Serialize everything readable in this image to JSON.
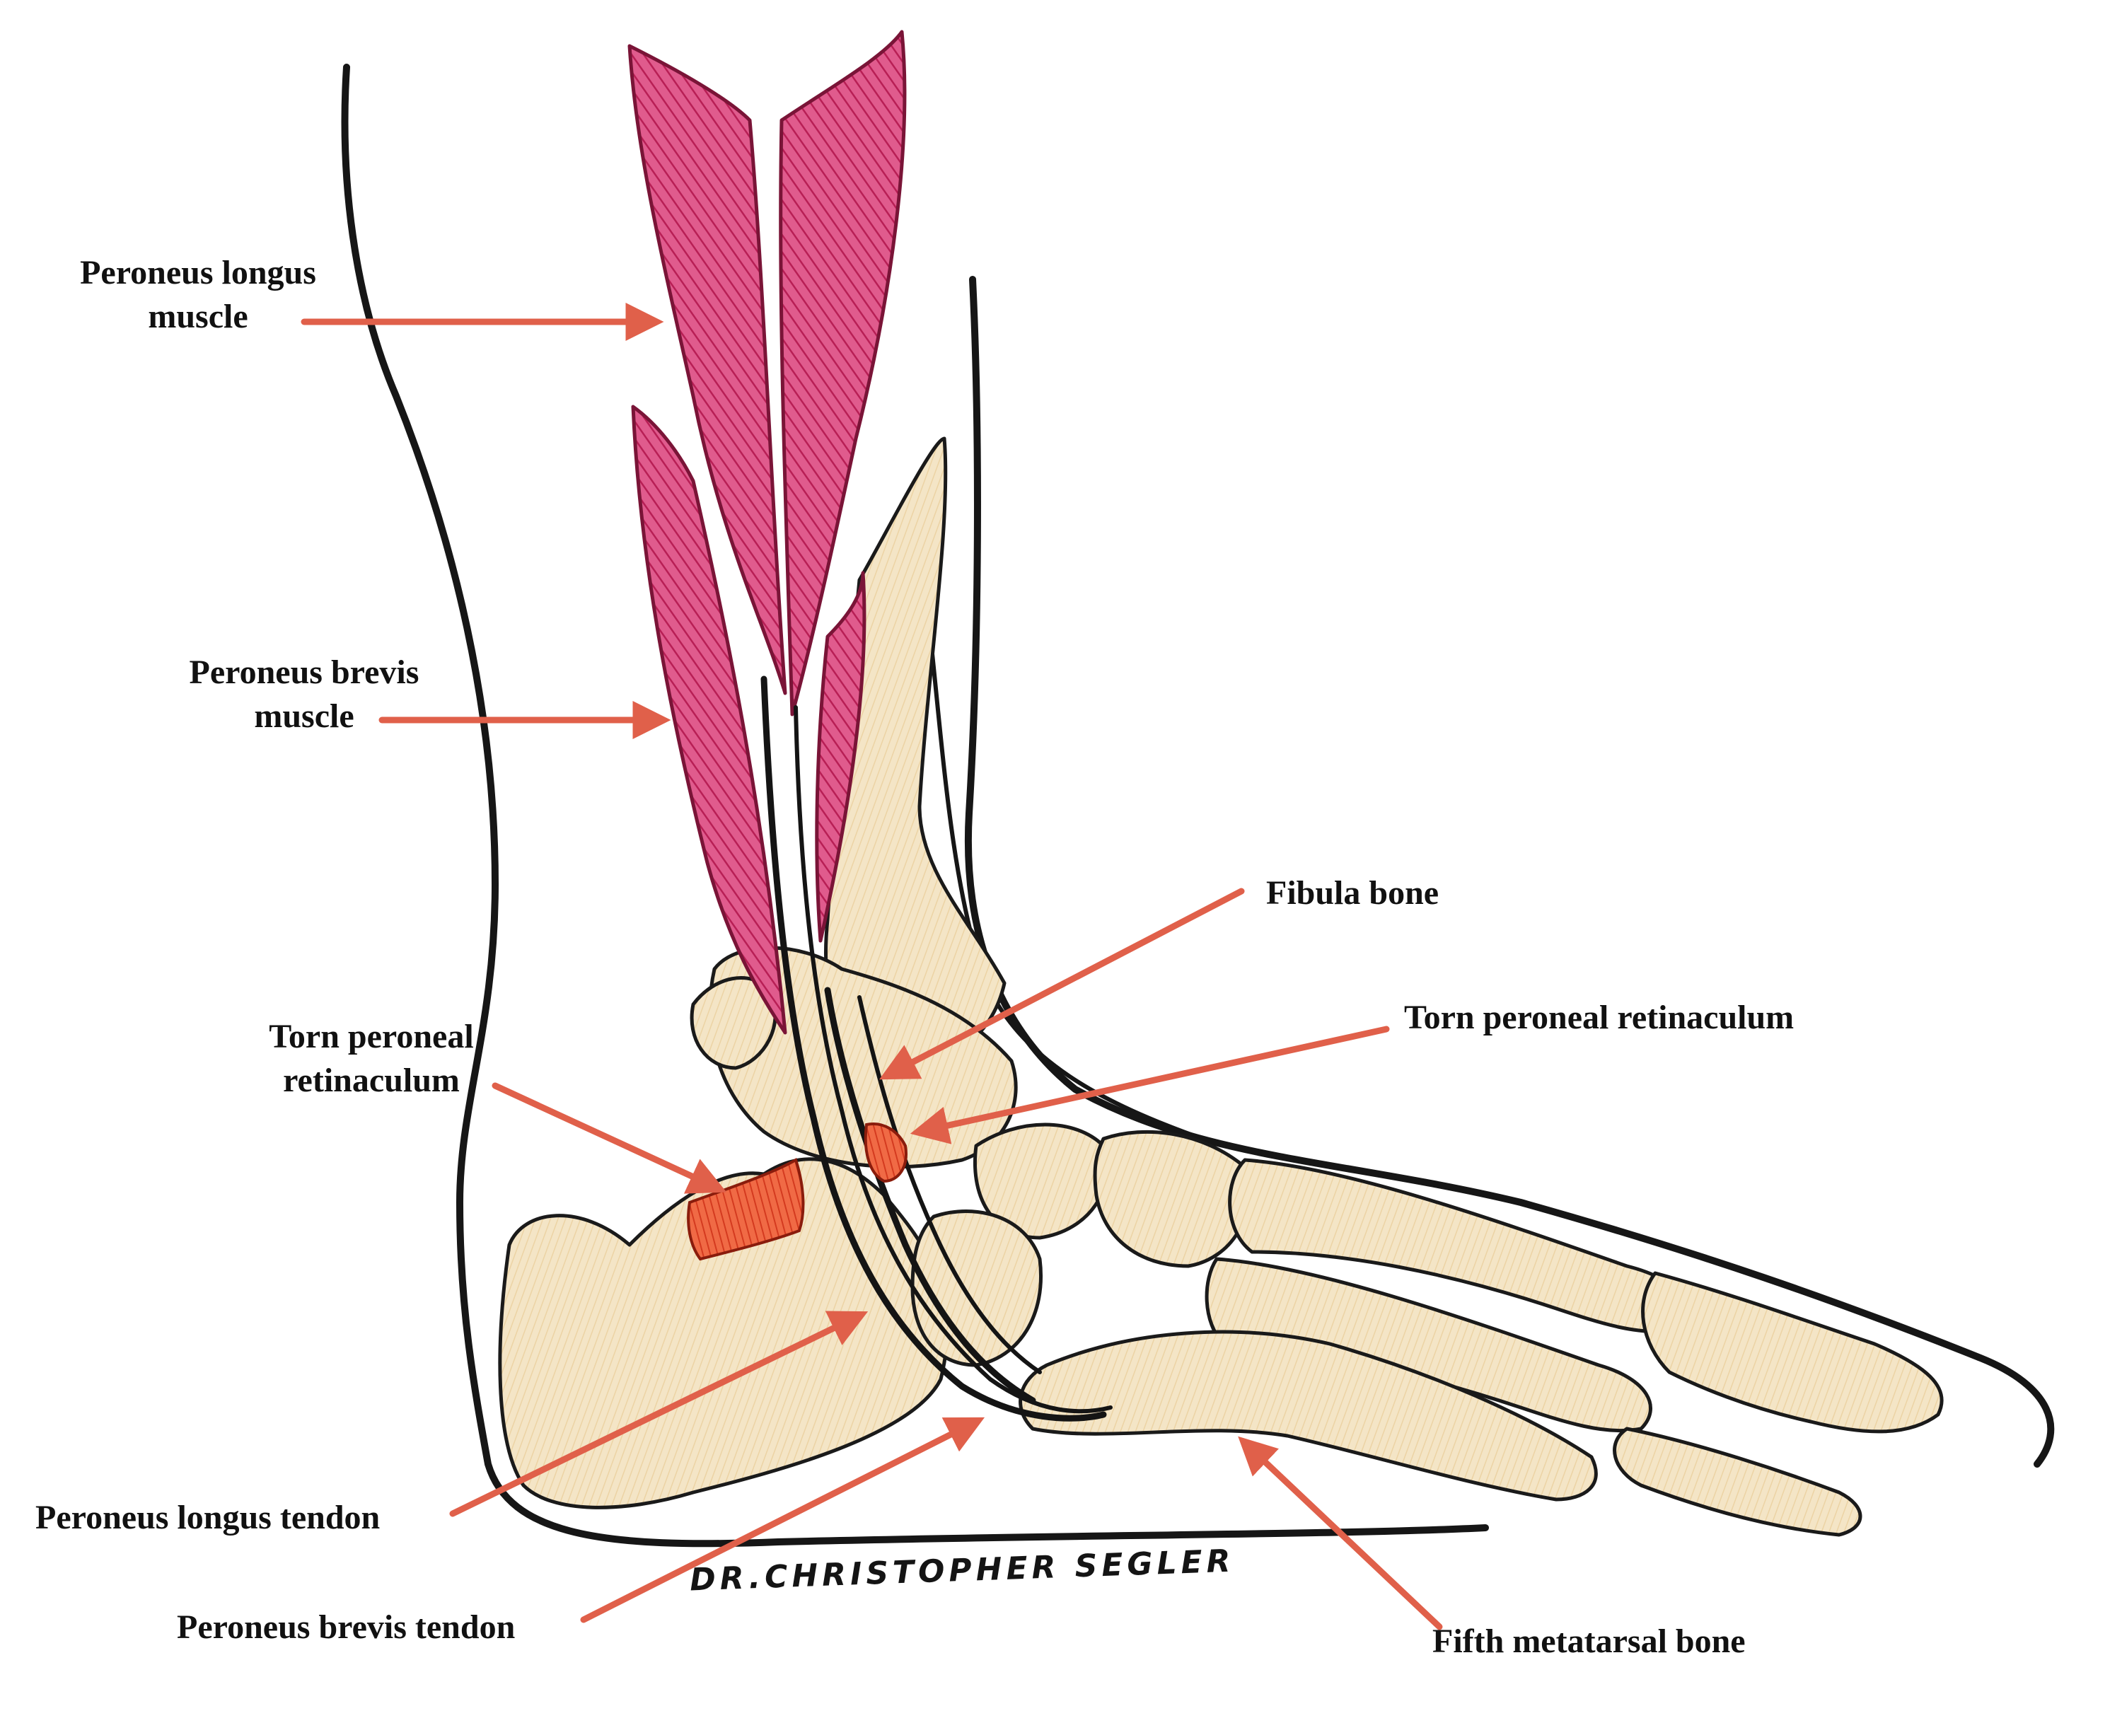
{
  "labels": {
    "peroneus_longus_muscle": [
      "Peroneus longus",
      "muscle"
    ],
    "peroneus_brevis_muscle": [
      "Peroneus brevis",
      "muscle"
    ],
    "torn_retinaculum_left": [
      "Torn peroneal",
      "retinaculum"
    ],
    "fibula_bone": "Fibula bone",
    "torn_retinaculum_right": "Torn peroneal retinaculum",
    "peroneus_longus_tendon": "Peroneus longus tendon",
    "peroneus_brevis_tendon": "Peroneus brevis tendon",
    "fifth_metatarsal_bone": "Fifth metatarsal bone"
  },
  "signature": "DR.CHRISTOPHER SEGLER",
  "colors": {
    "arrow": "#e0604a",
    "muscle": "#d9487c",
    "muscle_hatch": "#b81f55",
    "bone": "#f3e3c2",
    "outline": "#161616",
    "torn_tissue": "#e8502e"
  }
}
